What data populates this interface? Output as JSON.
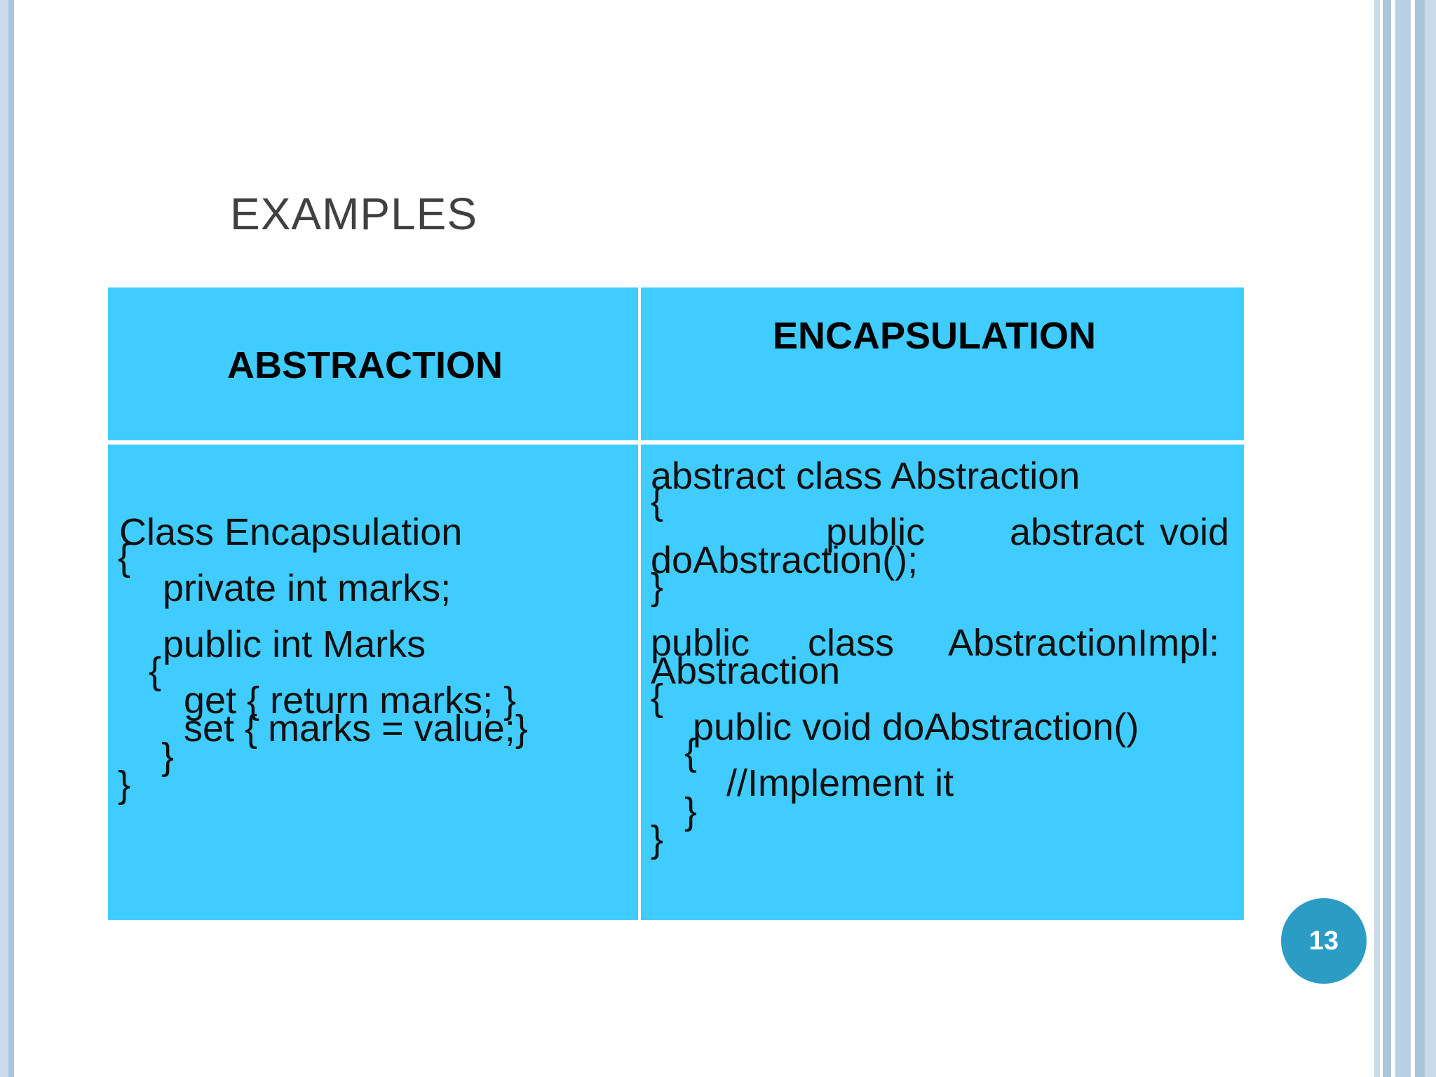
{
  "slide": {
    "title": "EXAMPLES",
    "page_number": "13"
  },
  "table": {
    "headers": [
      "ABSTRACTION",
      "ENCAPSULATION"
    ],
    "left_code": {
      "line1": "Class Encapsulation",
      "line2": "{",
      "line3": "private int marks;",
      "line4": "public int Marks",
      "line5": "{",
      "line6": "get { return marks; }",
      "line7": "set { marks = value;}",
      "line8": "}",
      "line9": "}"
    },
    "right_code": {
      "line1": "abstract class Abstraction",
      "line2": "{",
      "line3a": "public",
      "line3b": "abstract",
      "line3c": "void",
      "line4": "doAbstraction();",
      "line5": "}",
      "line6a": "public",
      "line6b": "class",
      "line6c": "AbstractionImpl:",
      "line7": "Abstraction",
      "line8": "{",
      "line9": "public void doAbstraction()",
      "line10": "{",
      "line11": "//Implement it",
      "line12": "}",
      "line13": "}"
    }
  },
  "colors": {
    "cell_fill": "#41ccff",
    "badge_fill": "#2b9cc4",
    "title_text": "#404040"
  }
}
